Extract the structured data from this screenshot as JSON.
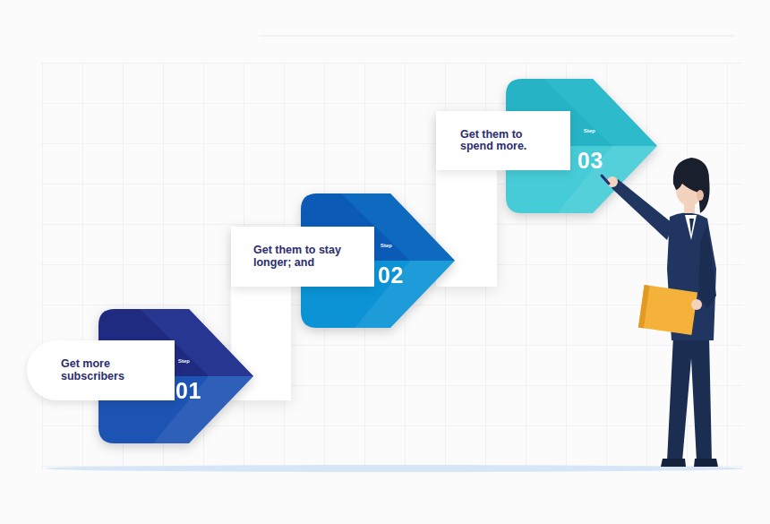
{
  "diagram": {
    "nodes": [
      {
        "text": [
          "Get more subscribers"
        ]
      },
      {
        "text": [
          "Step",
          "01"
        ]
      },
      {
        "text": [
          "Get them to stay longer; and"
        ]
      },
      {
        "text": [
          "Step",
          "02"
        ]
      },
      {
        "text": [
          "Get them to spend more."
        ]
      },
      {
        "text": [
          "Step",
          "03"
        ]
      }
    ]
  }
}
